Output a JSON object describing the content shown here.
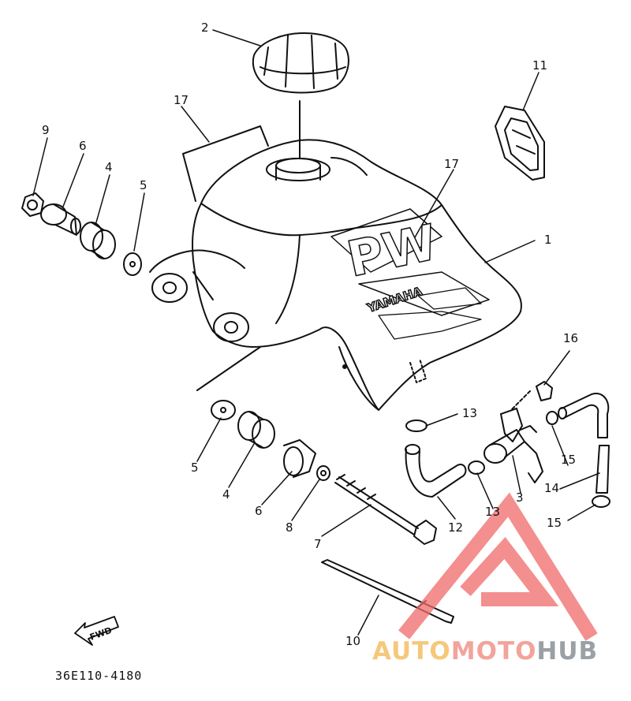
{
  "callouts": {
    "c1": "1",
    "c2": "2",
    "c3": "3",
    "c4a": "4",
    "c4b": "4",
    "c5a": "5",
    "c5b": "5",
    "c6a": "6",
    "c6b": "6",
    "c7": "7",
    "c8": "8",
    "c9": "9",
    "c10": "10",
    "c11": "11",
    "c12": "12",
    "c13a": "13",
    "c13b": "13",
    "c14": "14",
    "c15a": "15",
    "c15b": "15",
    "c16": "16",
    "c17a": "17",
    "c17b": "17"
  },
  "tank_logo": {
    "pw": "PW",
    "yamaha": "YAMAHA"
  },
  "fwd_label": "FWD",
  "diagram_code": "36E110-4180",
  "watermark": {
    "part1": "AUTO",
    "part2": "MOTO",
    "part3": "HUB"
  },
  "colors": {
    "line": "#111111",
    "watermark_logo": "#f06a6a",
    "watermark_auto": "#f5c87a",
    "watermark_moto": "#f2a49a",
    "watermark_hub": "#9aa0a6"
  }
}
